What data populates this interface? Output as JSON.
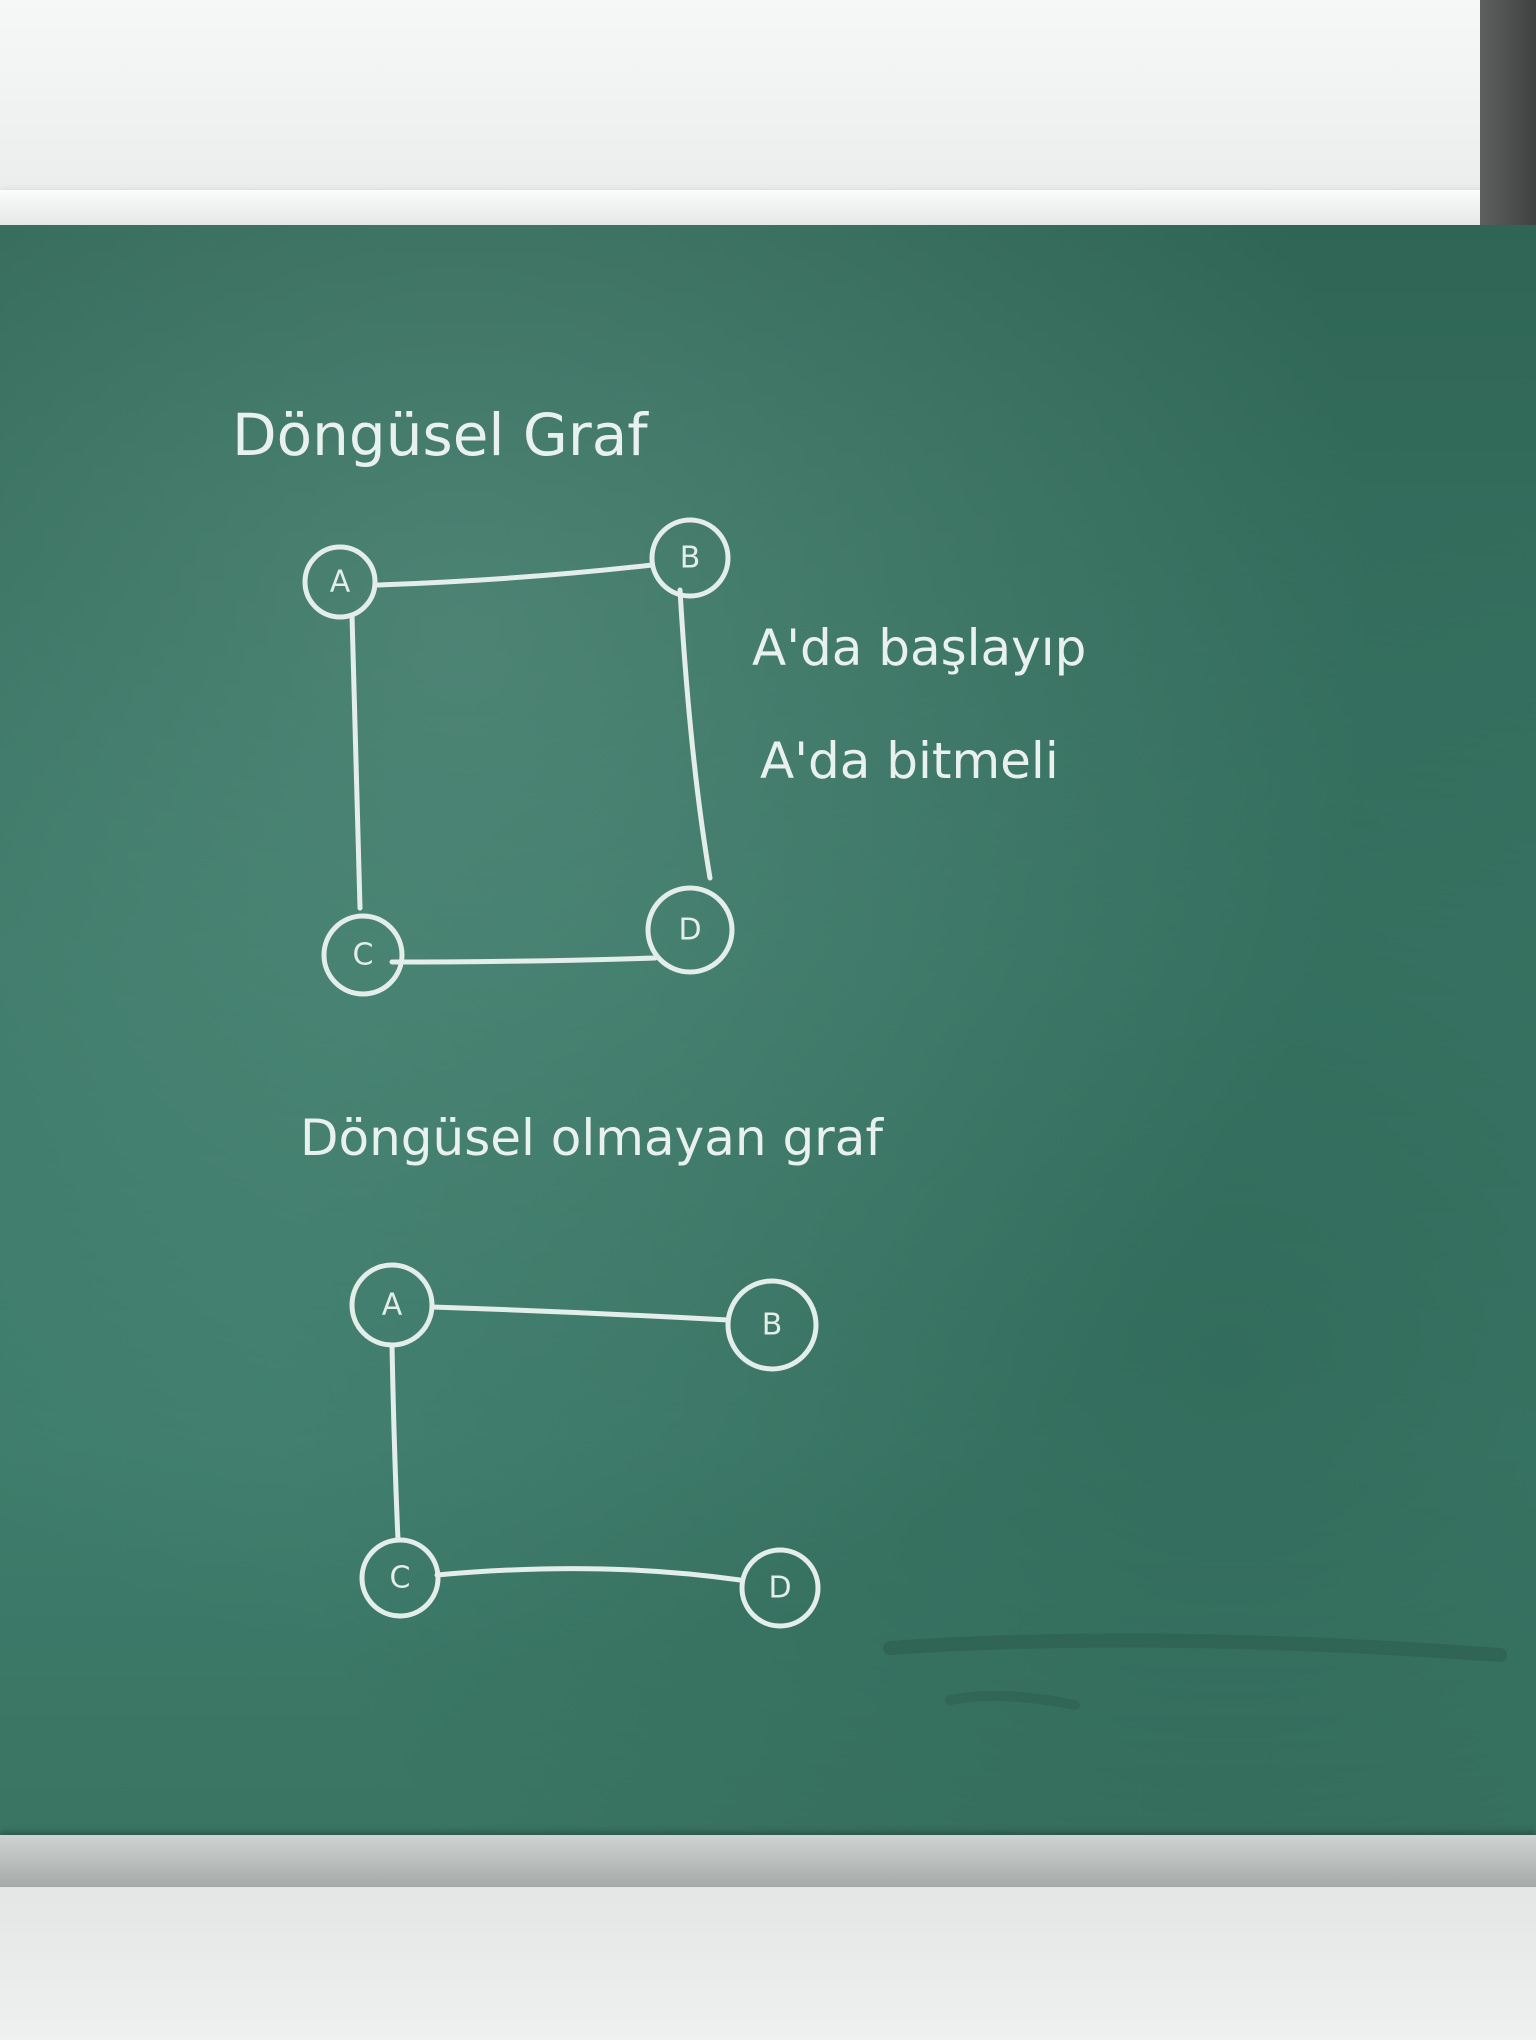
{
  "colors": {
    "board": "#3a7766",
    "chalk": "#e3ede9",
    "screen": "#eef0ef"
  },
  "cyclic_graph": {
    "title": "Döngüsel Graf",
    "note_line1": "A'da başlayıp",
    "note_line2": "A'da bitmeli",
    "nodes": [
      "A",
      "B",
      "C",
      "D"
    ],
    "edges": [
      [
        "A",
        "B"
      ],
      [
        "A",
        "C"
      ],
      [
        "B",
        "D"
      ],
      [
        "C",
        "D"
      ]
    ]
  },
  "acyclic_graph": {
    "title": "Döngüsel olmayan graf",
    "nodes": [
      "A",
      "B",
      "C",
      "D"
    ],
    "edges": [
      [
        "A",
        "B"
      ],
      [
        "A",
        "C"
      ],
      [
        "C",
        "D"
      ]
    ]
  }
}
